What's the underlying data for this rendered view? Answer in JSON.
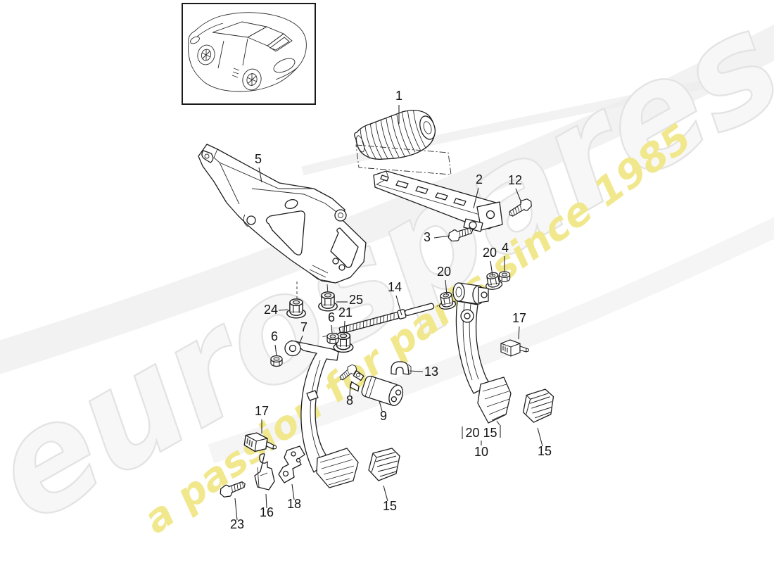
{
  "watermark": {
    "brand": "eurospares",
    "tagline": "a passion for parts since 1985",
    "brand_fill": "#f7f7f7",
    "brand_outline": "#e3e3e3",
    "tagline_color": "#f1e88d"
  },
  "thumbnail": {
    "icon": "porsche-boxster-line-drawing"
  },
  "callouts": [
    {
      "ref": "part-1-dust-boot",
      "num": "1"
    },
    {
      "ref": "part-5-pedal-bracket",
      "num": "5"
    },
    {
      "ref": "part-2-support-bar",
      "num": "2"
    },
    {
      "ref": "part-12-bolt",
      "num": "12"
    },
    {
      "ref": "part-3-bolt",
      "num": "3"
    },
    {
      "ref": "part-20-nut-right",
      "num": "20"
    },
    {
      "ref": "part-4-nut",
      "num": "4"
    },
    {
      "ref": "part-20-nut-left",
      "num": "20"
    },
    {
      "ref": "part-24-nut",
      "num": "24"
    },
    {
      "ref": "part-25-nut",
      "num": "25"
    },
    {
      "ref": "part-14-push-rod",
      "num": "14"
    },
    {
      "ref": "part-21-nut",
      "num": "21"
    },
    {
      "ref": "part-6-nut-upper",
      "num": "6"
    },
    {
      "ref": "part-6-nut-lower",
      "num": "6"
    },
    {
      "ref": "part-7-clutch-pedal",
      "num": "7"
    },
    {
      "ref": "part-8-bolt",
      "num": "8"
    },
    {
      "ref": "part-9-spring-cylinder",
      "num": "9"
    },
    {
      "ref": "part-13-clip",
      "num": "13"
    },
    {
      "ref": "part-17-switch-right",
      "num": "17"
    },
    {
      "ref": "part-17-switch-left",
      "num": "17"
    },
    {
      "ref": "part-16-clamp",
      "num": "16"
    },
    {
      "ref": "part-18-bracket",
      "num": "18"
    },
    {
      "ref": "part-23-bolt",
      "num": "23"
    },
    {
      "ref": "part-15-pedal-pad-left",
      "num": "15"
    },
    {
      "ref": "part-15-pedal-pad-right",
      "num": "15"
    },
    {
      "ref": "group-brake-pedal-parts",
      "num": "20 15"
    },
    {
      "ref": "group-brake-pedal-assembly",
      "num": "10"
    }
  ]
}
